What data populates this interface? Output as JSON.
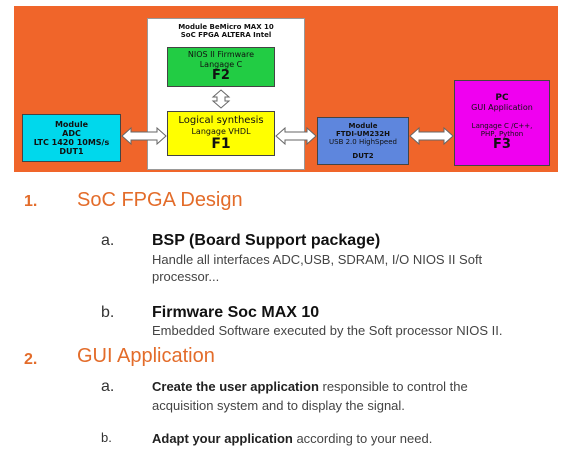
{
  "diagram": {
    "module_box": {
      "line1": "Module BeMicro MAX 10",
      "line2": "SoC FPGA ALTERA Intel"
    },
    "f2_box": {
      "line1": "NIOS II Firmware",
      "line2": "Langage C",
      "tag": "F2"
    },
    "f1_box": {
      "line1": "Logical synthesis",
      "line2": "Langage VHDL",
      "tag": "F1"
    },
    "adc_box": {
      "line1": "Module",
      "line2": "ADC",
      "line3": "LTC 1420 10MS/s",
      "tag": "DUT1"
    },
    "ftdi_box": {
      "line1": "Module",
      "line2": "FTDI-UM232H",
      "line3": "USB 2.0 HighSpeed",
      "tag": "DUT2"
    },
    "pc_box": {
      "line1": "PC",
      "line2": "GUI Application",
      "line3": "Langage C /C++,",
      "line4": "PHP, Python",
      "tag": "F3"
    },
    "colors": {
      "background": "#f0652a",
      "f2": "#22cc44",
      "f1": "#ffff00",
      "adc": "#00d8ec",
      "ftdi": "#5e86dd",
      "pc": "#f000f0"
    }
  },
  "sections": [
    {
      "number": "1.",
      "title": "SoC FPGA Design",
      "items": [
        {
          "letter": "a.",
          "title": "BSP (Board Support package)",
          "desc1": "Handle all interfaces ADC,USB, SDRAM, I/O NIOS II Soft",
          "desc2": "processor..."
        },
        {
          "letter": "b.",
          "title": "Firmware Soc MAX 10",
          "desc1": "Embedded Software executed by the Soft processor NIOS II."
        }
      ]
    },
    {
      "number": "2.",
      "title": "GUI Application",
      "items": [
        {
          "letter": "a.",
          "bold": "Create the user application",
          "rest": " responsible to control the",
          "line2": "acquisition system and to display the signal."
        },
        {
          "letter": "b.",
          "bold": "Adapt your application",
          "rest": " according to your need."
        }
      ]
    }
  ],
  "accent_color": "#e36c2a"
}
